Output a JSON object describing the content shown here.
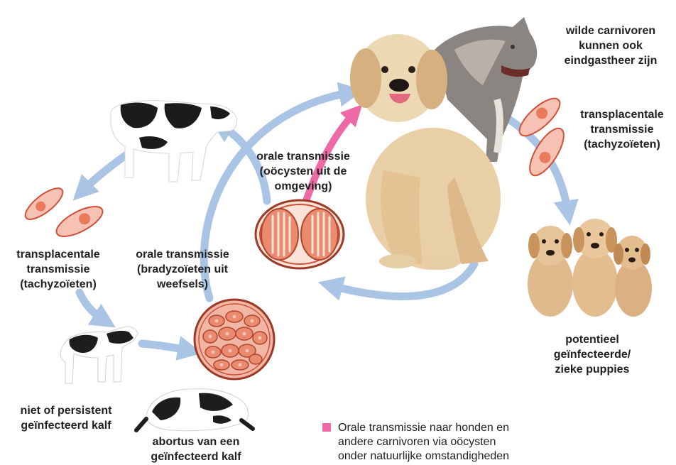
{
  "colors": {
    "arrow_blue": "#a9c4e4",
    "arrow_pink": "#ee6aa7",
    "parasite_fill": "#f6c2b4",
    "parasite_outline": "#d0503a",
    "parasite_nucleus": "#ea7a5c",
    "cyst_fill": "#ea8a6e"
  },
  "labels": {
    "wild": [
      "wilde carnivoren",
      "kunnen ook",
      "eindgastheer zijn"
    ],
    "transplacental_right": [
      "transplacentale",
      "transmissie",
      "(tachyzoïeten)"
    ],
    "oral_oocysts": [
      "orale transmissie",
      "(oöcysten uit de",
      "omgeving)"
    ],
    "transplacental_left": [
      "transplacentale",
      "transmissie",
      "(tachyzoïeten)"
    ],
    "oral_bradyzoites": [
      "orale transmissie",
      "(bradyzoïeten uit",
      "weefsels)"
    ],
    "puppies": [
      "potentieel",
      "geïnfecteerde/",
      "zieke puppies"
    ],
    "calf": [
      "niet of persistent",
      "geïnfecteerd kalf"
    ],
    "abortion": [
      "abortus van een",
      "geïnfecteerd kalf"
    ]
  },
  "legend": {
    "color": "#ee6aa7",
    "lines": [
      "Orale transmissie naar honden en",
      "andere carnivoren via oöcysten",
      "onder natuurlijke omstandigheden"
    ]
  },
  "illustrations": {
    "dog": "golden-retriever",
    "wolf": "wolf",
    "cow": "holstein-cow",
    "calf": "holstein-calf",
    "aborted_calf": "aborted-calf",
    "puppies": "labrador-puppies",
    "oocyst": "sporulated-oocyst",
    "tissue_cyst": "tissue-cyst"
  }
}
